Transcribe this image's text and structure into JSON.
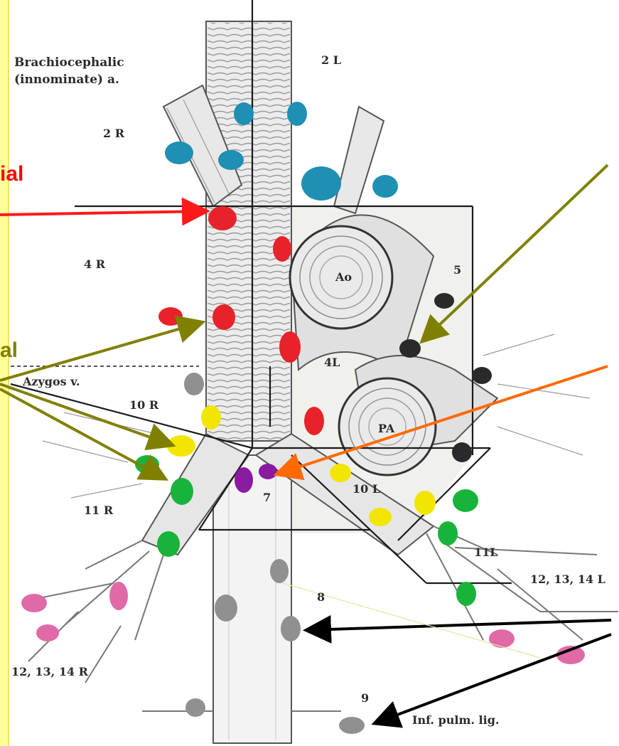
{
  "labels": {
    "brachiocephalic_line1": "Brachiocephalic",
    "brachiocephalic_line2": "(innominate) a.",
    "station_2L": "2 L",
    "station_2R": "2 R",
    "station_4R": "4 R",
    "station_4L": "4L",
    "station_5": "5",
    "aorta": "Ao",
    "pulmonary_artery": "PA",
    "azygos": "Azygos v.",
    "station_10R": "10 R",
    "station_10L": "10 L",
    "station_11R": "11 R",
    "station_11L": "11L",
    "station_7": "7",
    "station_8": "8",
    "station_9": "9",
    "station_12_13_14L": "12, 13, 14 L",
    "station_12_13_14R": "12, 13, 14 R",
    "inf_pulm_lig": "Inf. pulm. lig."
  },
  "callouts": {
    "red_partial": "ial",
    "olive_partial": "al"
  },
  "colors": {
    "background": "#ffffff",
    "left_strip": "#ffff99",
    "left_strip_edge": "#e8d94a",
    "node_blue": "#1f8fb3",
    "node_red": "#e8222a",
    "node_yellow": "#f2e600",
    "node_green": "#17b33a",
    "node_purple": "#8a1aa0",
    "node_gray": "#909090",
    "node_black": "#2a2a2a",
    "node_pink": "#e06aa8",
    "arrow_red": "#ff1a1a",
    "arrow_olive": "#808000",
    "arrow_orange": "#ff6a00",
    "arrow_black": "#000000",
    "callout_red": "#ff0000",
    "callout_olive": "#808000",
    "ink": "#2b2b2b",
    "region_fill": "#f0f0ec"
  }
}
